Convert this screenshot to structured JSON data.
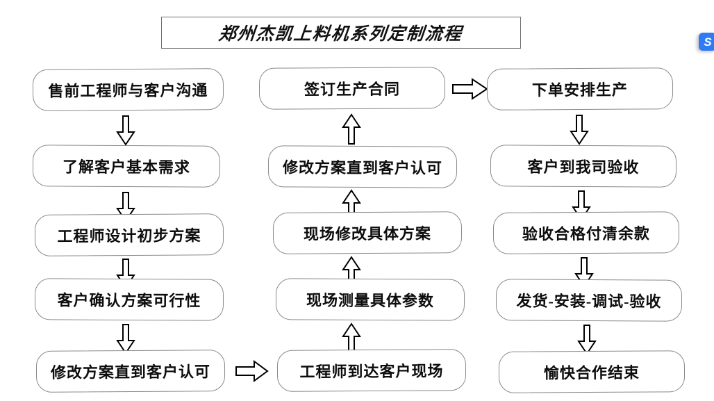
{
  "title": {
    "text": "郑州杰凯上料机系列定制流程"
  },
  "badge": {
    "glyph": "S",
    "color": "#2f7bf6"
  },
  "columns": [
    {
      "name": "column-1",
      "nodes": [
        {
          "label": "售前工程师与客户沟通"
        },
        {
          "label": "了解客户基本需求"
        },
        {
          "label": "工程师设计初步方案"
        },
        {
          "label": "客户确认方案可行性"
        },
        {
          "label": "修改方案直到客户认可"
        }
      ],
      "arrow_direction": "down"
    },
    {
      "name": "column-2",
      "nodes": [
        {
          "label": "签订生产合同"
        },
        {
          "label": "修改方案直到客户认可"
        },
        {
          "label": "现场修改具体方案"
        },
        {
          "label": "现场测量具体参数"
        },
        {
          "label": "工程师到达客户现场"
        }
      ],
      "arrow_direction": "up"
    },
    {
      "name": "column-3",
      "nodes": [
        {
          "label": "下单安排生产"
        },
        {
          "label": "客户到我司验收"
        },
        {
          "label": "验收合格付清余款"
        },
        {
          "label": "发货-安装-调试-验收"
        },
        {
          "label": "愉快合作结束"
        }
      ],
      "arrow_direction": "down"
    }
  ],
  "connectors": {
    "col1_to_col2": "right",
    "col2_to_col3": "right"
  }
}
